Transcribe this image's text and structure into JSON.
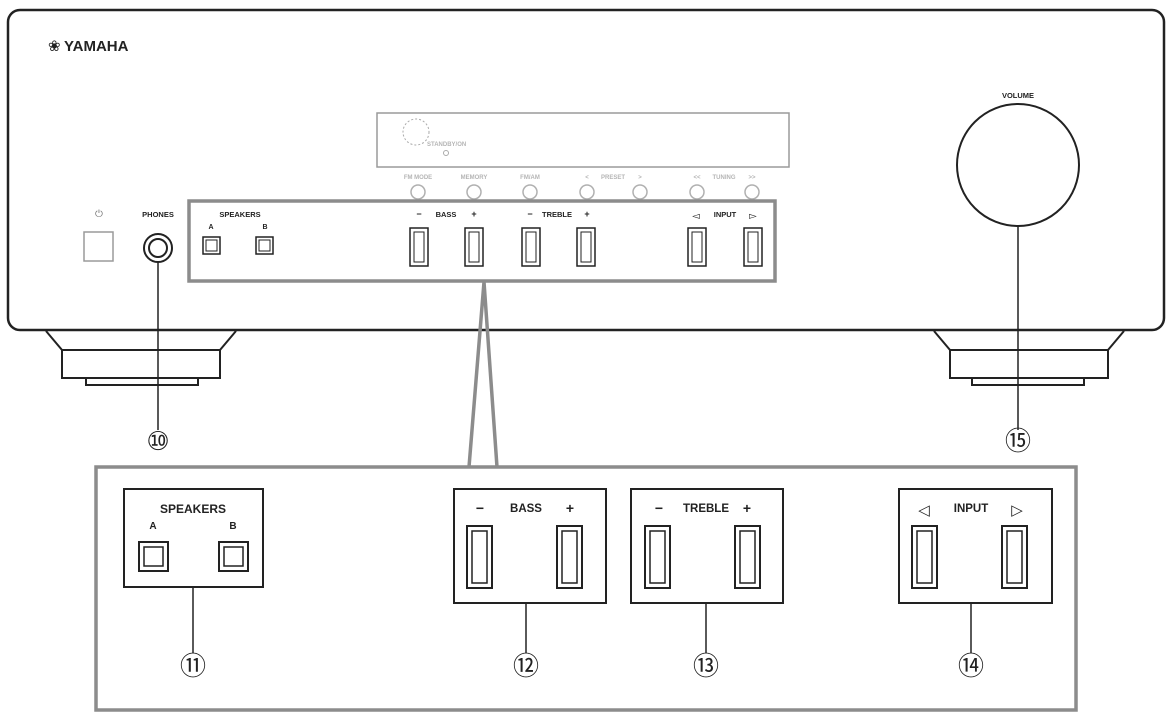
{
  "brand": {
    "logo_mark": "❀",
    "name": "YAMAHA"
  },
  "panel": {
    "power_symbol": "⏻",
    "phones_label": "PHONES",
    "volume_label": "VOLUME",
    "display": {
      "standby_label": "STANDBY/ON"
    },
    "tuner_buttons": {
      "fm_mode": "FM MODE",
      "memory": "MEMORY",
      "fm_am": "FM/AM",
      "preset_prev": "<",
      "preset": "PRESET",
      "preset_next": ">",
      "tuning_prev": "<<",
      "tuning": "TUNING",
      "tuning_next": ">>"
    },
    "controls": {
      "speakers": "SPEAKERS",
      "speaker_a": "A",
      "speaker_b": "B",
      "minus": "−",
      "plus": "+",
      "bass": "BASS",
      "treble": "TREBLE",
      "input": "INPUT",
      "input_prev": "◅",
      "input_next": "▻"
    }
  },
  "detail": {
    "speakers": "SPEAKERS",
    "speaker_a": "A",
    "speaker_b": "B",
    "bass": "BASS",
    "treble": "TREBLE",
    "input": "INPUT",
    "minus": "−",
    "plus": "+",
    "input_prev": "◁",
    "input_next": "▷"
  },
  "callouts": {
    "c10": "⑩",
    "c11": "⑪",
    "c12": "⑫",
    "c13": "⑬",
    "c14": "⑭",
    "c15": "⑮"
  }
}
